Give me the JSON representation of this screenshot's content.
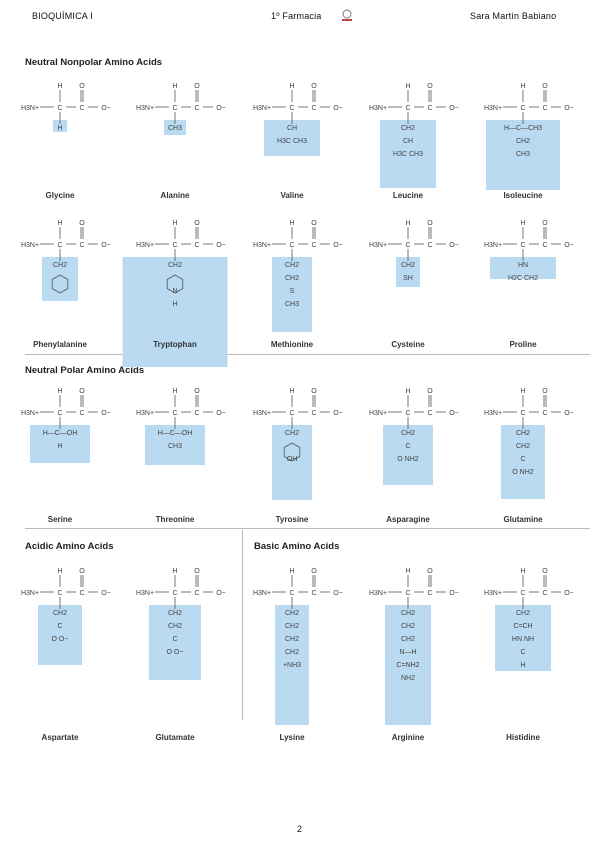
{
  "header": {
    "course": "BIOQUÍMICA I",
    "program": "1º Farmacia",
    "author": "Sara Martín Babiano"
  },
  "sections": {
    "nonpolar": "Neutral Nonpolar Amino Acids",
    "polar": "Neutral Polar Amino Acids",
    "acidic": "Acidic Amino Acids",
    "basic": "Basic Amino Acids"
  },
  "amino_acids": [
    {
      "name": "Glycine",
      "r": [
        "H"
      ]
    },
    {
      "name": "Alanine",
      "r": [
        "CH3"
      ]
    },
    {
      "name": "Valine",
      "r": [
        "CH",
        "H3C  CH3"
      ]
    },
    {
      "name": "Leucine",
      "r": [
        "CH2",
        "CH",
        "H3C  CH3"
      ]
    },
    {
      "name": "Isoleucine",
      "r": [
        "H—C—CH3",
        "CH2",
        "CH3"
      ]
    },
    {
      "name": "Phenylalanine",
      "r": [
        "CH2",
        "ring"
      ]
    },
    {
      "name": "Tryptophan",
      "r": [
        "CH2",
        "indole",
        "N",
        "H"
      ]
    },
    {
      "name": "Methionine",
      "r": [
        "CH2",
        "CH2",
        "S",
        "CH3"
      ]
    },
    {
      "name": "Cysteine",
      "r": [
        "CH2",
        "SH"
      ]
    },
    {
      "name": "Proline",
      "r": [
        "HN",
        "H2C  CH2"
      ]
    },
    {
      "name": "Serine",
      "r": [
        "H—C—OH",
        "H"
      ]
    },
    {
      "name": "Threonine",
      "r": [
        "H—C—OH",
        "CH3"
      ]
    },
    {
      "name": "Tyrosine",
      "r": [
        "CH2",
        "ring",
        "OH"
      ]
    },
    {
      "name": "Asparagine",
      "r": [
        "CH2",
        "C",
        "O  NH2"
      ]
    },
    {
      "name": "Glutamine",
      "r": [
        "CH2",
        "CH2",
        "C",
        "O  NH2"
      ]
    },
    {
      "name": "Aspartate",
      "r": [
        "CH2",
        "C",
        "O  O−"
      ]
    },
    {
      "name": "Glutamate",
      "r": [
        "CH2",
        "CH2",
        "C",
        "O  O−"
      ]
    },
    {
      "name": "Lysine",
      "r": [
        "CH2",
        "CH2",
        "CH2",
        "CH2",
        "+NH3"
      ]
    },
    {
      "name": "Arginine",
      "r": [
        "CH2",
        "CH2",
        "CH2",
        "N—H",
        "C=NH2",
        "NH2"
      ]
    },
    {
      "name": "Histidine",
      "r": [
        "CH2",
        "C=CH",
        "HN  NH",
        "C",
        "H"
      ]
    }
  ],
  "backbone": {
    "h": "H",
    "o": "O",
    "n": "H3N+",
    "c": "C",
    "om": "O−"
  },
  "page_number": "2",
  "colors": {
    "highlight": "#b9daf1",
    "bond": "#555555"
  }
}
